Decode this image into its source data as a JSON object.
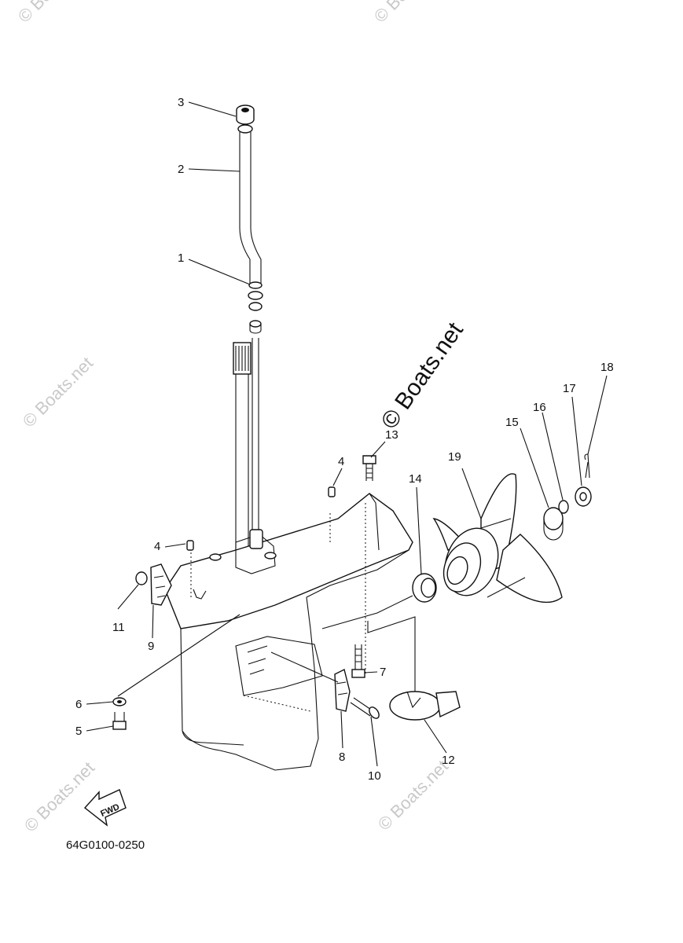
{
  "diagram": {
    "part_number": "64G0100-0250",
    "fwd_label": "FWD",
    "watermark": "© Boats.net",
    "callouts": [
      "1",
      "2",
      "3",
      "4",
      "4",
      "5",
      "6",
      "7",
      "8",
      "9",
      "10",
      "11",
      "12",
      "13",
      "14",
      "15",
      "16",
      "17",
      "18",
      "19"
    ]
  }
}
